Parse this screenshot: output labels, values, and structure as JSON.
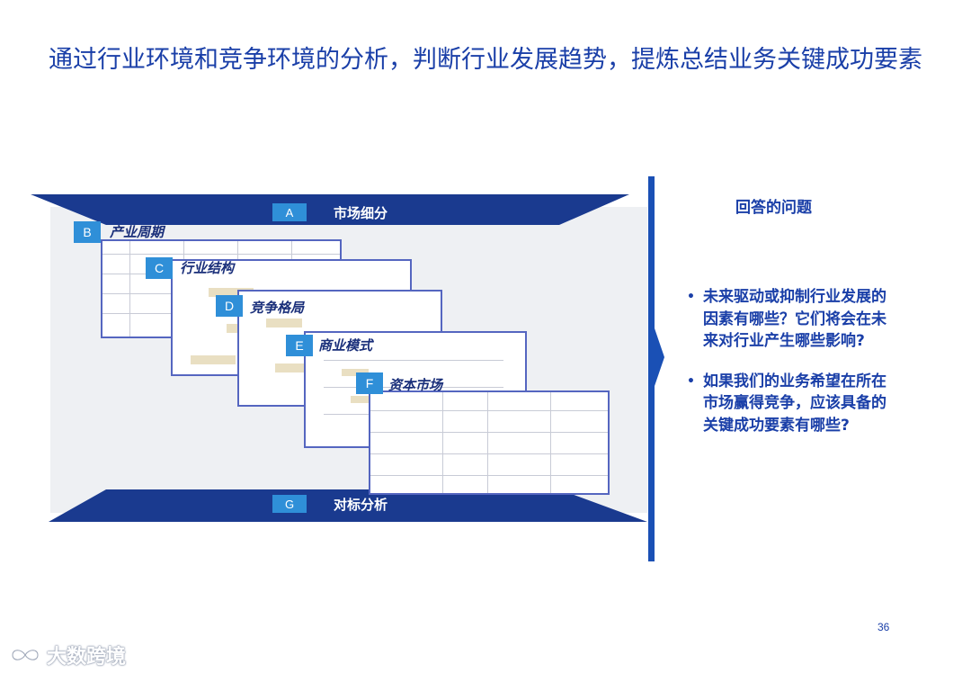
{
  "slide": {
    "title": "通过行业环境和竞争环境的分析，判断行业发展趋势，提炼总结业务关键成功要素",
    "page_number": "36"
  },
  "diagram": {
    "top_banner": {
      "letter": "A",
      "label": "市场细分"
    },
    "bottom_banner": {
      "letter": "G",
      "label": "对标分析"
    },
    "sheets": [
      {
        "letter": "B",
        "title": "产业周期"
      },
      {
        "letter": "C",
        "title": "行业结构"
      },
      {
        "letter": "D",
        "title": "竞争格局"
      },
      {
        "letter": "E",
        "title": "商业模式"
      },
      {
        "letter": "F",
        "title": "资本市场"
      }
    ],
    "colors": {
      "banner": "#1a3a8f",
      "letter_box": "#2f8fd8",
      "sheet_border": "#5566c0"
    }
  },
  "questions": {
    "heading": "回答的问题",
    "items": [
      "未来驱动或抑制行业发展的因素有哪些？它们将会在未来对行业产生哪些影响?",
      "如果我们的业务希望在所在市场赢得竞争，应该具备的关键成功要素有哪些?"
    ]
  },
  "watermark": {
    "text": "大数跨境",
    "icon": "infinity-logo-icon"
  }
}
